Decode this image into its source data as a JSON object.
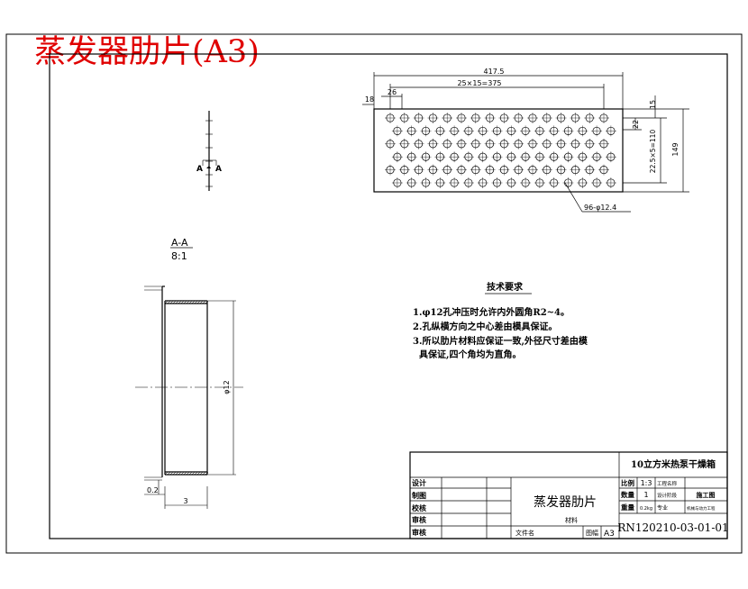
{
  "title_overlay": "蒸发器肋片(A3)",
  "dims": {
    "overall_length": "417.5",
    "hole_pitch_x": "25×15=375",
    "left_margin": "18",
    "first_hole": "26",
    "right_small": "15",
    "row_pitch": "22",
    "rows_total": "22.5×5=110",
    "overall_height": "149",
    "holes": "96-φ12.4",
    "flange_dia": "φ12",
    "thickness": "0.2",
    "flange_len": "3"
  },
  "section_label": "A-A",
  "section_scale": "8:1",
  "section_mark": "A",
  "tech_req": {
    "heading": "技术要求",
    "lines": [
      "1.φ12孔冲压时允许内外圆角R2~4。",
      "2.孔纵横方向之中心差由模具保证。",
      "3.所以肋片材料应保证一致,外径尺寸差由模",
      "  具保证,四个角均为直角。"
    ]
  },
  "title_block": {
    "project": "10立方米热泵干燥箱",
    "part_name": "蒸发器肋片",
    "drawing_no": "RN120210-03-01-01",
    "sheet_size": "A3",
    "roles": [
      "设计",
      "制图",
      "校核",
      "审核",
      "审核"
    ],
    "scale_label": "比例",
    "scale_value": "1:3",
    "qty_label": "数量",
    "qty_value": "1",
    "weight_label": "重量",
    "weight_value": "0.2kg",
    "material_label": "材料",
    "r1c3": "工程名称",
    "r2c3": "设计阶段",
    "r2c4": "施工图",
    "r3c3": "专业",
    "r3c4": "机械与动力工程",
    "file_label": "文件名",
    "sheet_label": "图幅"
  }
}
